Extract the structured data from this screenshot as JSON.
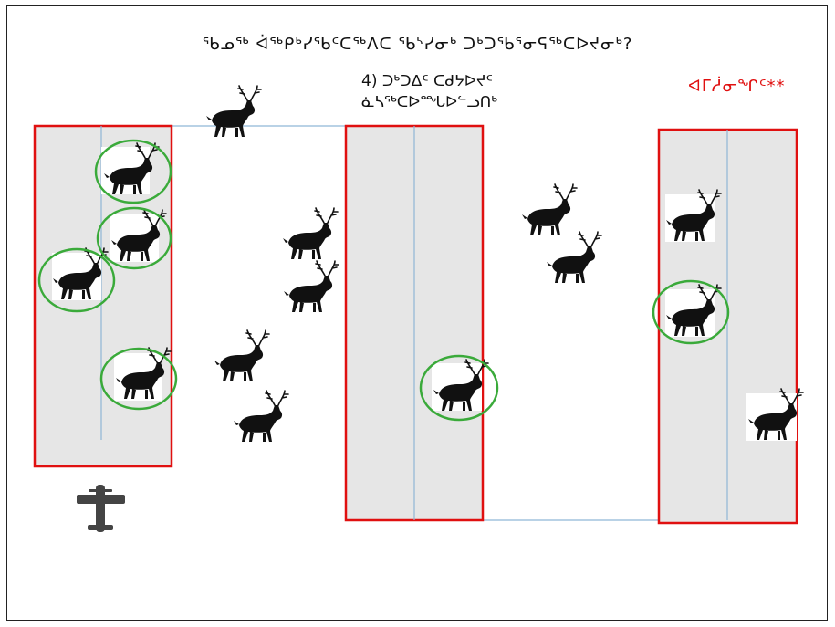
{
  "title": "ᖃᓄᖅ ᐋᖅᑭᒃᓯᖃᑦᑕᖅᐱᑕ ᖃᔅᓯᓂᒃ ᑐᒃᑐᖃᕐᓂᕋᖅᑕᐅᔪᓂᒃ?",
  "step": {
    "line1": "4) ᑐᒃᑐᐃᑦ ᑕᑯᔭᐅᔪᑦ",
    "line2": "ᓈᓴᖅᑕᐅᙵᐅᓪᓗᑎᒃ"
  },
  "legend": "ᐊᒥᓲᓂᖏᑦ**",
  "colors": {
    "strip_border": "#e01010",
    "strip_fill": "#e6e6e6",
    "circle": "#3aaa3a",
    "transect_line": "#8fb6d6",
    "legend_text": "#e01010",
    "icon": "#111111"
  },
  "icons": {
    "caribou": "caribou-icon",
    "airplane": "airplane-icon"
  },
  "counts": {
    "strips": 3,
    "caribou_total": 15,
    "caribou_circled": 6
  }
}
